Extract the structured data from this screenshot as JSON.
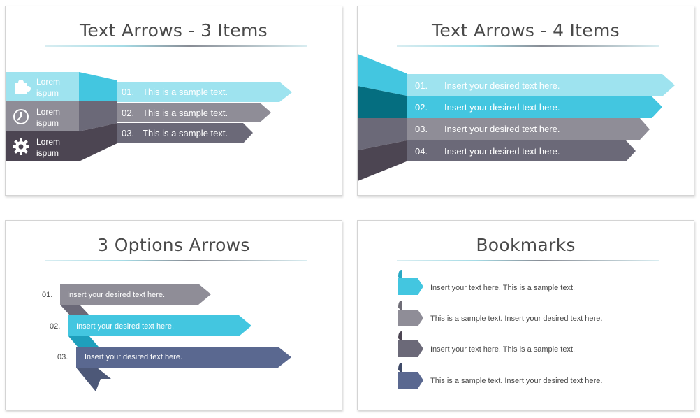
{
  "slides": [
    {
      "title": "Text Arrows - 3 Items",
      "side_items": [
        {
          "label_line1": "Lorem",
          "label_line2": "ispum",
          "icon": "puzzle-icon"
        },
        {
          "label_line1": "Lorem",
          "label_line2": "ispum",
          "icon": "clock-icon"
        },
        {
          "label_line1": "Lorem",
          "label_line2": "ispum",
          "icon": "gear-icon"
        }
      ],
      "arrows": [
        {
          "number": "01.",
          "text": "This is a sample text."
        },
        {
          "number": "02.",
          "text": "This is a sample text."
        },
        {
          "number": "03.",
          "text": "This is a sample text."
        }
      ]
    },
    {
      "title": "Text Arrows - 4 Items",
      "arrows": [
        {
          "number": "01.",
          "text": "Insert your desired text here."
        },
        {
          "number": "02.",
          "text": "Insert your desired text here."
        },
        {
          "number": "03.",
          "text": "Insert your desired text here."
        },
        {
          "number": "04.",
          "text": "Insert your desired text here."
        }
      ]
    },
    {
      "title": "3 Options Arrows",
      "arrows": [
        {
          "number": "01.",
          "text": "Insert your desired  text here."
        },
        {
          "number": "02.",
          "text": "Insert your desired  text here."
        },
        {
          "number": "03.",
          "text": "Insert your desired  text here."
        }
      ]
    },
    {
      "title": "Bookmarks",
      "items": [
        {
          "text": "Insert your text here. This is a sample text."
        },
        {
          "text": "This is a sample text. Insert your desired text here."
        },
        {
          "text": "Insert your text here. This is a sample text."
        },
        {
          "text": "This is a sample text. Insert your desired text here."
        }
      ]
    }
  ],
  "colors": {
    "cyan_light": "#9ee3ef",
    "cyan": "#43c6e0",
    "teal_dark": "#056e80",
    "gray": "#8f8d97",
    "slate": "#6b6978",
    "dark": "#4c4552",
    "navy": "#5a6890",
    "text_dark": "#4a4a4a"
  }
}
